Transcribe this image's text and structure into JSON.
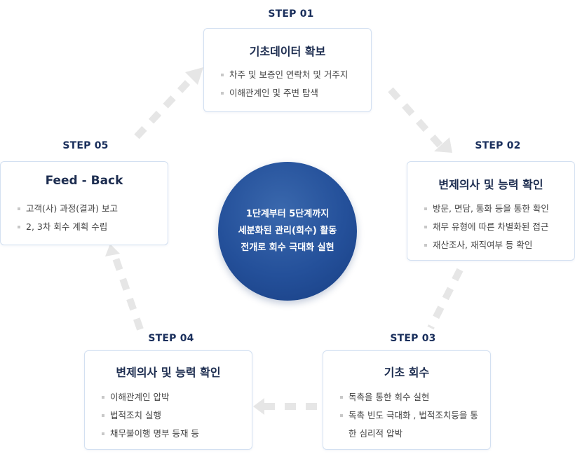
{
  "center": {
    "lines": [
      "1단계부터 5단계까지",
      "세분화된 관리(회수) 활동",
      "전개로 회수 극대화 실현"
    ]
  },
  "steps": [
    {
      "label": "STEP 01",
      "title": "기초데이터 확보",
      "items": [
        "차주 및 보증인 연락처 및 거주지",
        "이해관계인 및 주변 탐색"
      ]
    },
    {
      "label": "STEP 02",
      "title": "변제의사 및 능력 확인",
      "items": [
        "방문, 면담, 통화 등을 통한 확인",
        "채무 유형에 따른 차별화된 접근",
        "재산조사, 재직여부 등 확인"
      ]
    },
    {
      "label": "STEP 03",
      "title": "기초 회수",
      "items": [
        "독촉을 통한 회수 실현",
        "독촉 빈도 극대화 , 법적조치등을 통한 심리적 압박"
      ]
    },
    {
      "label": "STEP 04",
      "title": "변제의사 및 능력 확인",
      "items": [
        "이해관계인 압박",
        "법적조치 실행",
        "채무불이행  명부 등재 등"
      ]
    },
    {
      "label": "STEP 05",
      "title": "Feed  - Back",
      "items": [
        "고객(사) 과정(결과) 보고",
        "2, 3차 회수 계획 수립"
      ]
    }
  ],
  "colors": {
    "navy": "#1a2f5c",
    "circle": "#24509a",
    "card_border": "#d3e0f1",
    "arrow": "#e6e6e6"
  }
}
